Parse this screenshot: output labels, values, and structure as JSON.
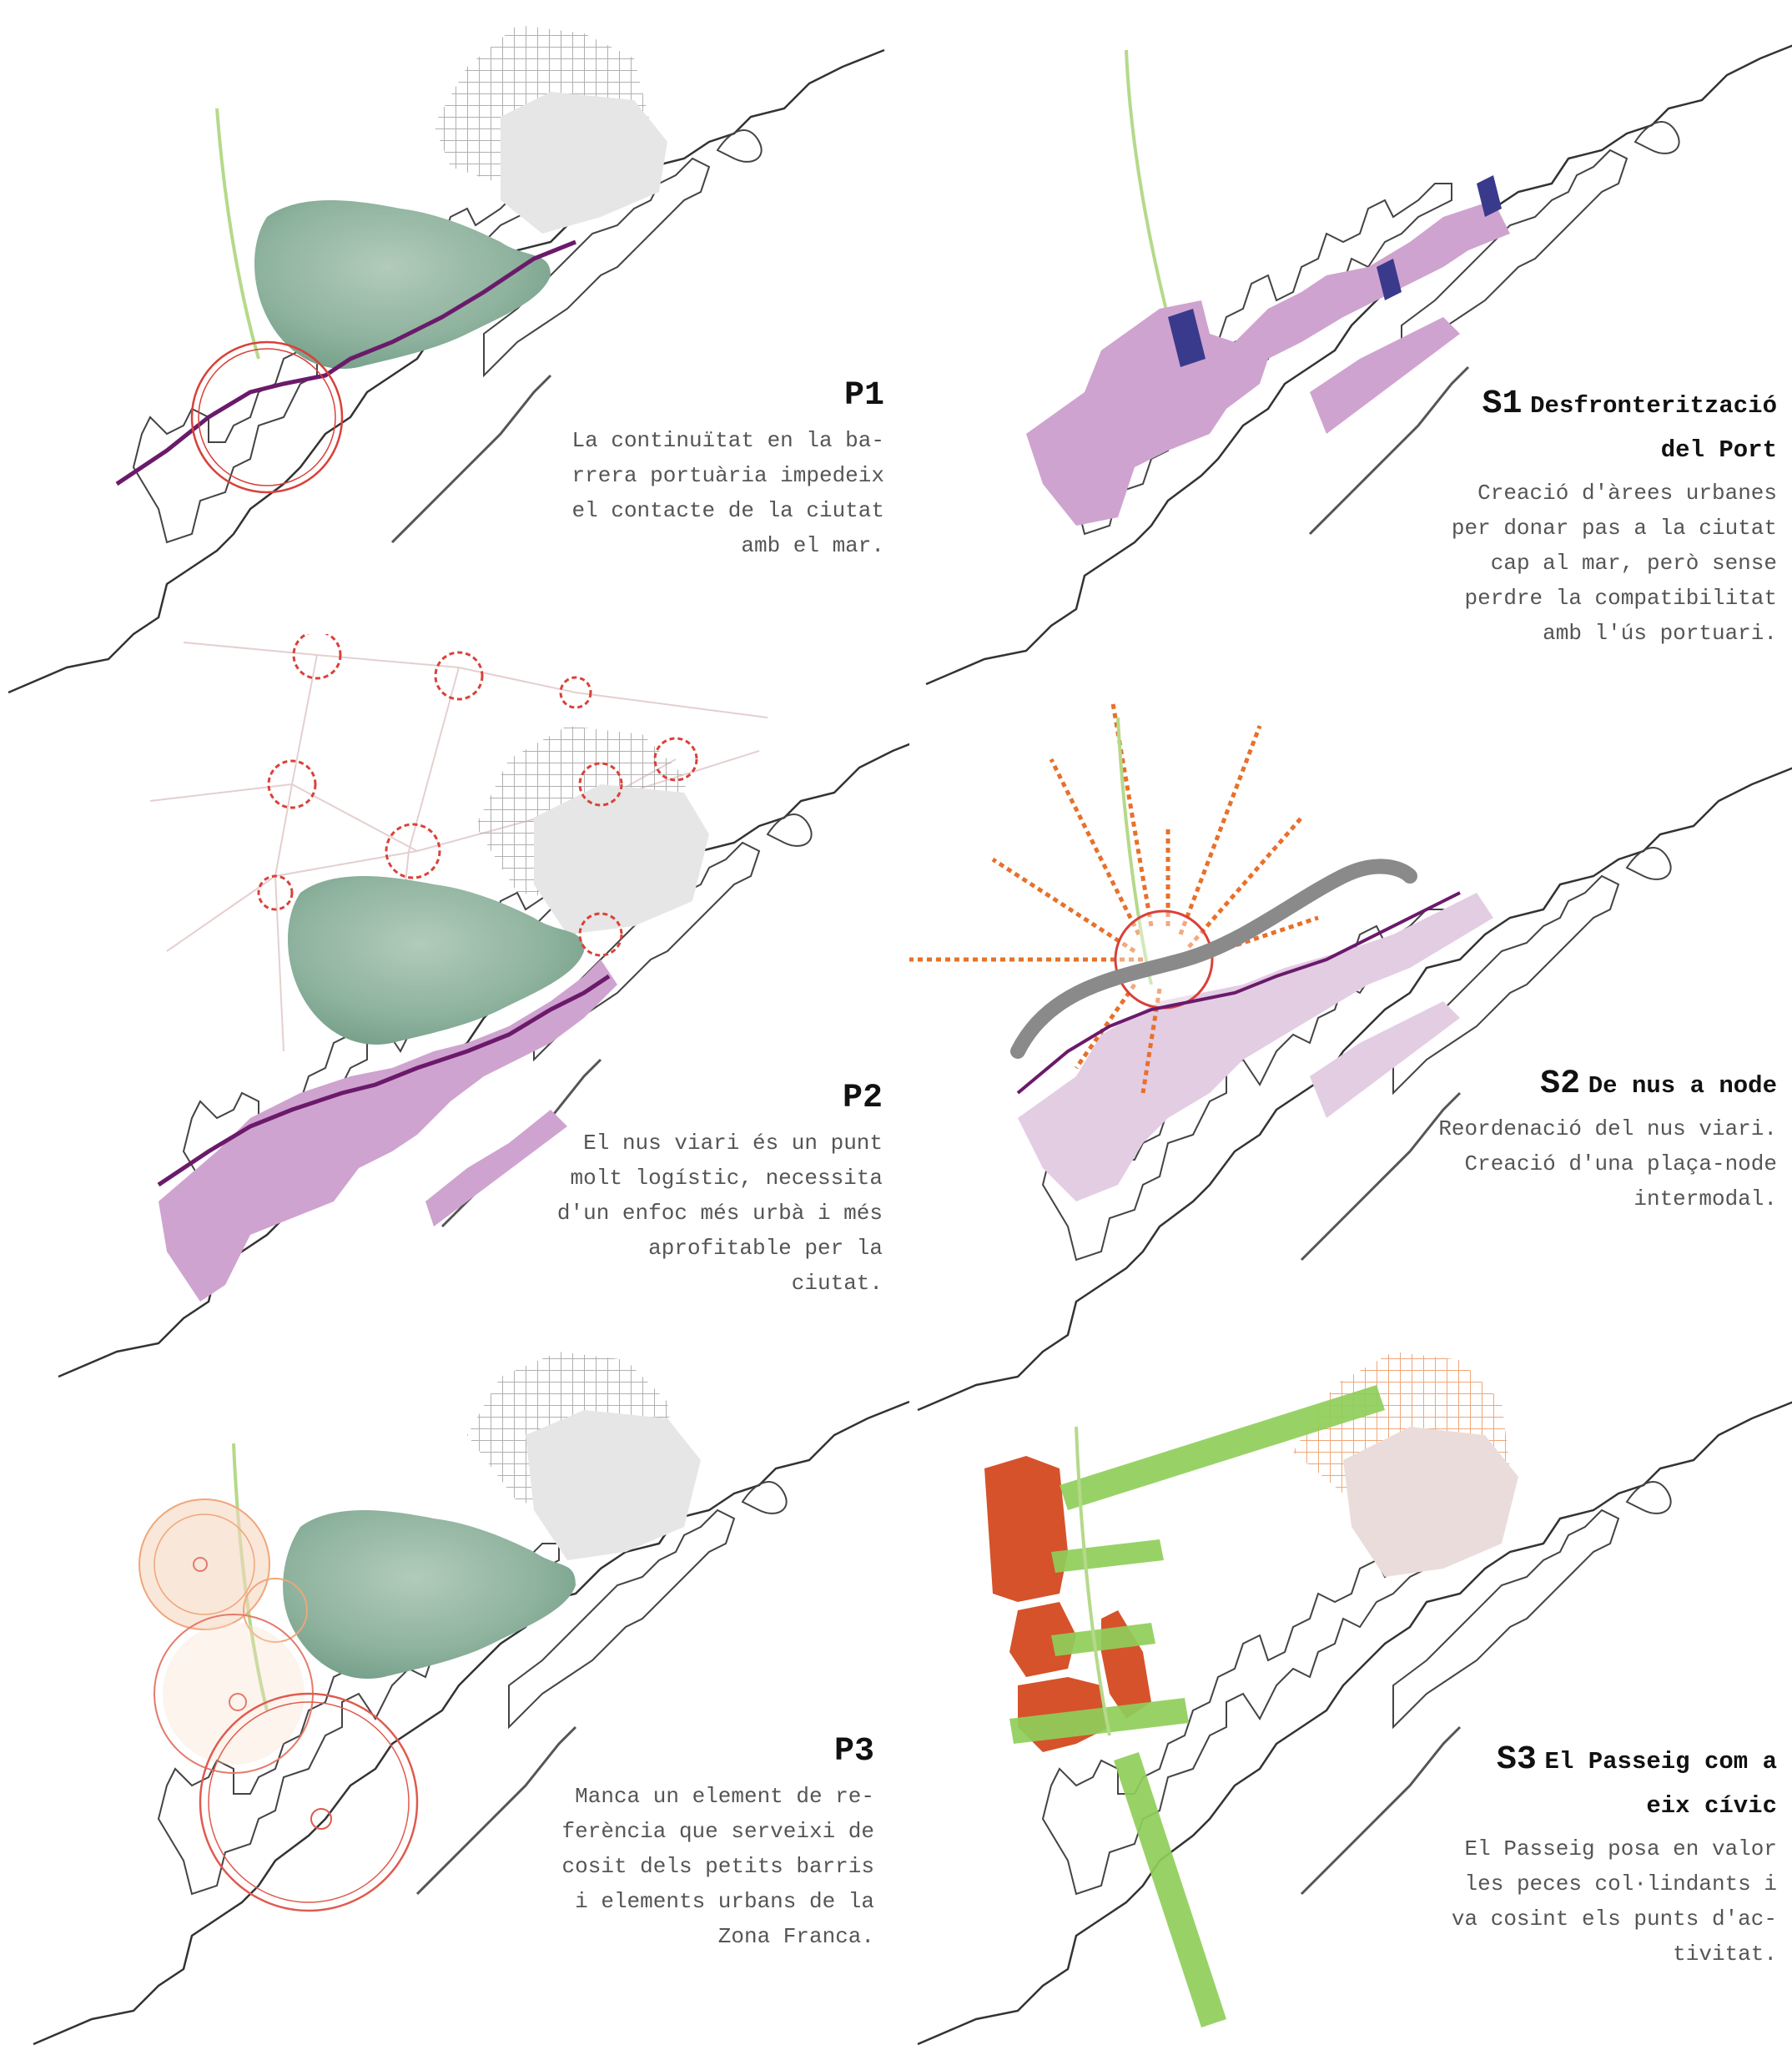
{
  "panels": {
    "p1": {
      "code": "P1",
      "title": "",
      "lines": [
        "La continuïtat en la ba-",
        "rrera portuària impedeix",
        "el contacte de la ciutat",
        "amb el mar."
      ]
    },
    "s1": {
      "code": "S1",
      "title_1": "Desfronterització",
      "title_2": "del Port",
      "lines": [
        "Creació d'àrees urbanes",
        "per donar pas a la ciutat",
        "cap al mar, però sense",
        "perdre la compatibilitat",
        "amb l'ús portuari."
      ]
    },
    "p2": {
      "code": "P2",
      "title": "",
      "lines": [
        "El nus viari és un punt",
        "molt logístic, necessita",
        "d'un enfoc més urbà i més",
        "aprofitable per la",
        "ciutat."
      ]
    },
    "s2": {
      "code": "S2",
      "title_1": "De nus a node",
      "lines": [
        "Reordenació del nus viari.",
        "Creació d'una plaça-node",
        "intermodal."
      ]
    },
    "p3": {
      "code": "P3",
      "title": "",
      "lines": [
        "Manca un element de re-",
        "ferència que serveixi de",
        "cosit dels petits barris",
        "i elements urbans de la",
        "Zona Franca."
      ]
    },
    "s3": {
      "code": "S3",
      "title_1": "El Passeig com a",
      "title_2": "eix cívic",
      "lines": [
        "El Passeig posa en valor",
        "les peces col·lindants i",
        "va cosint els punts d'ac-",
        "tivitat."
      ]
    }
  },
  "colors": {
    "hill": "#8fb39e",
    "urban_grid": "#b8b8b8",
    "urban_block": "#e6e6e6",
    "port_area": "#cfa3cf",
    "port_area_light": "#e3cde3",
    "barrier_line": "#6b1a6b",
    "node_circle": "#d9413a",
    "port_gate": "#3a3a8c",
    "road_node": "#8a8a8a",
    "rays": "#e8702a",
    "passeig_green": "#8fce5a",
    "activity_orange": "#d6522a",
    "grid_orange": "#f0b48c",
    "axis_green": "#b5d98a",
    "coast_line": "#333333"
  }
}
